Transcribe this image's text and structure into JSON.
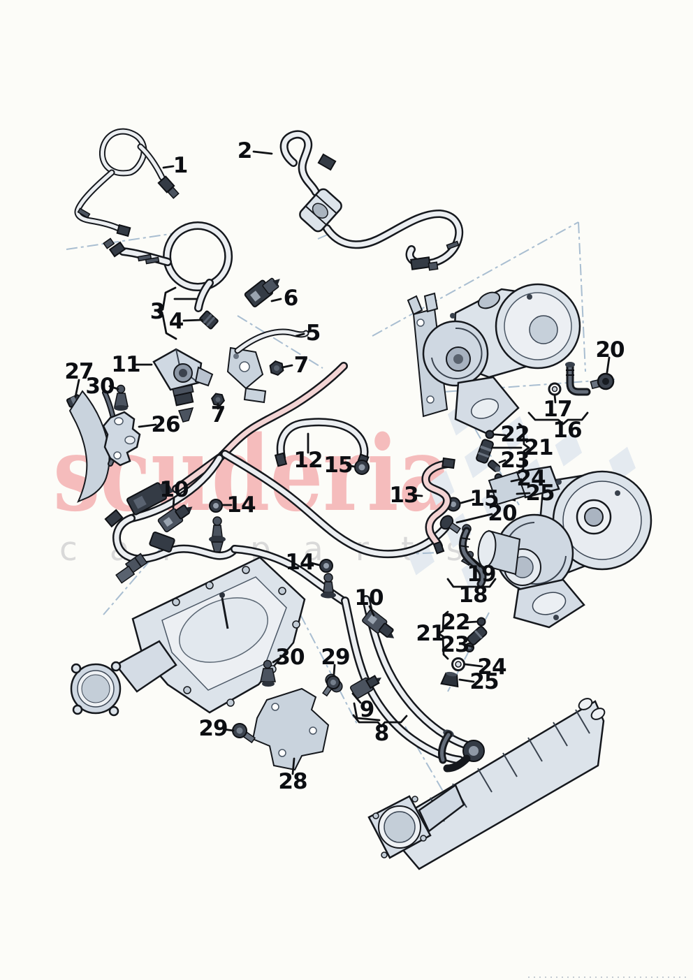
{
  "watermark": {
    "title": "scuderia",
    "subtitle": "car parts",
    "title_color": "#f5bcbc",
    "subtitle_color": "#d9d9d9",
    "checker_color": "#e4eaf0"
  },
  "callouts": [
    {
      "n": "1"
    },
    {
      "n": "2"
    },
    {
      "n": "3"
    },
    {
      "n": "4"
    },
    {
      "n": "5"
    },
    {
      "n": "6"
    },
    {
      "n": "7"
    },
    {
      "n": "7"
    },
    {
      "n": "8"
    },
    {
      "n": "9"
    },
    {
      "n": "10"
    },
    {
      "n": "10"
    },
    {
      "n": "11"
    },
    {
      "n": "12"
    },
    {
      "n": "13"
    },
    {
      "n": "14"
    },
    {
      "n": "14"
    },
    {
      "n": "15"
    },
    {
      "n": "15"
    },
    {
      "n": "16"
    },
    {
      "n": "17"
    },
    {
      "n": "18"
    },
    {
      "n": "19"
    },
    {
      "n": "20"
    },
    {
      "n": "20"
    },
    {
      "n": "21"
    },
    {
      "n": "21"
    },
    {
      "n": "22"
    },
    {
      "n": "22"
    },
    {
      "n": "23"
    },
    {
      "n": "23"
    },
    {
      "n": "24"
    },
    {
      "n": "24"
    },
    {
      "n": "25"
    },
    {
      "n": "25"
    },
    {
      "n": "26"
    },
    {
      "n": "27"
    },
    {
      "n": "28"
    },
    {
      "n": "29"
    },
    {
      "n": "29"
    },
    {
      "n": "30"
    },
    {
      "n": "30"
    }
  ]
}
